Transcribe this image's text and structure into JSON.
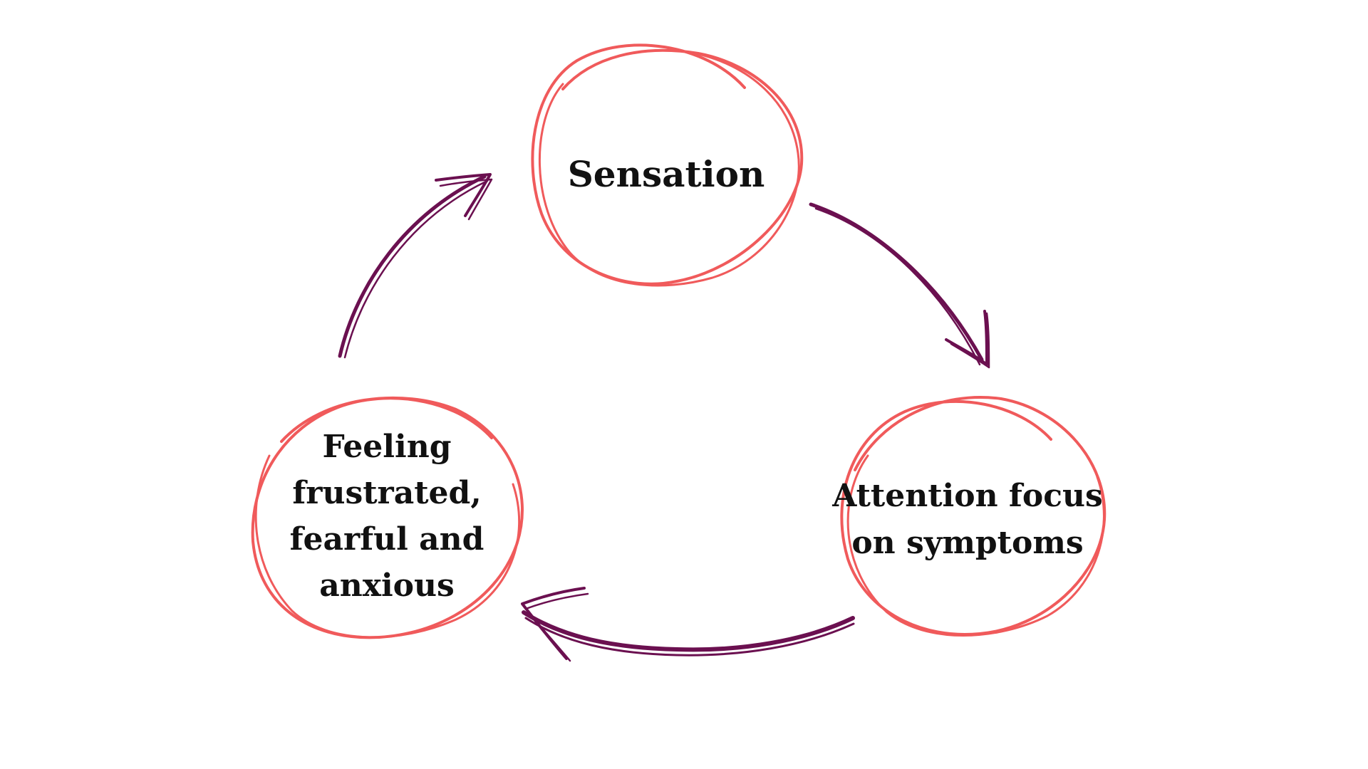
{
  "diagram": {
    "type": "cycle",
    "colors": {
      "circle_stroke": "#f05a5b",
      "arrow_stroke": "#6b1050",
      "text": "#111111",
      "background": "#ffffff"
    },
    "nodes": [
      {
        "id": "sensation",
        "label": "Sensation"
      },
      {
        "id": "attention",
        "label": "Attention focus\non symptoms"
      },
      {
        "id": "feeling",
        "label": "Feeling\nfrustrated,\nfearful and\nanxious"
      }
    ],
    "edges": [
      {
        "from": "sensation",
        "to": "attention"
      },
      {
        "from": "attention",
        "to": "feeling"
      },
      {
        "from": "feeling",
        "to": "sensation"
      }
    ]
  }
}
